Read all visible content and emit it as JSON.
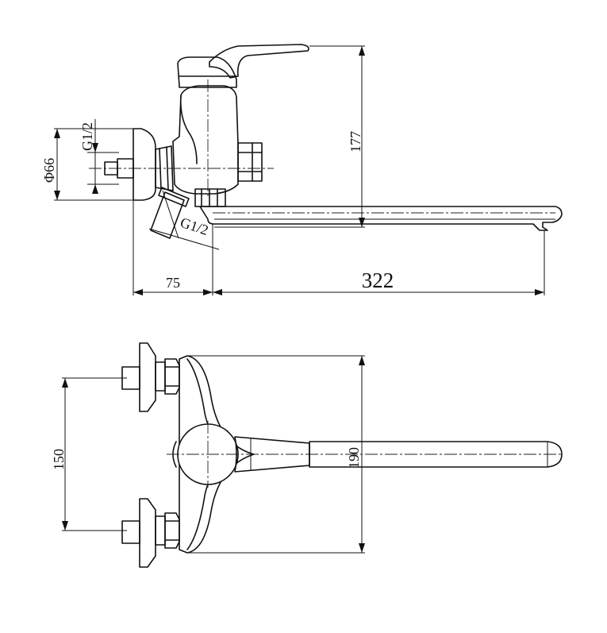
{
  "labels": {
    "diameter": "Φ66",
    "thread_wall": "G1/2",
    "thread_inlet": "G1/2",
    "height": "177",
    "offset": "75",
    "spout_length": "322",
    "inlet_spacing": "150",
    "body_width": "190"
  }
}
